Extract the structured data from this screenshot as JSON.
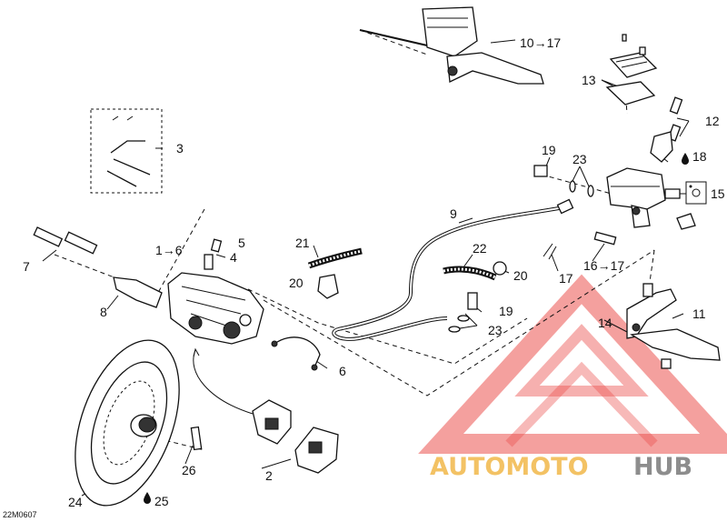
{
  "diagram_code": "22M0607",
  "callouts": {
    "c1_6": "1→6",
    "c2": "2",
    "c3": "3",
    "c4": "4",
    "c5": "5",
    "c6": "6",
    "c7": "7",
    "c8": "8",
    "c9": "9",
    "c10_17": "10→17",
    "c11": "11",
    "c12": "12",
    "c13": "13",
    "c14": "14",
    "c15": "15",
    "c16_17": "16→17",
    "c17": "17",
    "c18": "18",
    "c19a": "19",
    "c19b": "19",
    "c20a": "20",
    "c20b": "20",
    "c21": "21",
    "c22": "22",
    "c23a": "23",
    "c23b": "23",
    "c24": "24",
    "c25": "25",
    "c26": "26"
  },
  "watermark": {
    "part1": "AUTOMOTO",
    "part2": "HUB",
    "color_main": "#f2b84a",
    "color_hub": "#7a7a7a",
    "logo_color": "#e8332f"
  },
  "icons": {
    "oil_drop": "drop-icon",
    "lube_symbol": "grease-icon"
  }
}
